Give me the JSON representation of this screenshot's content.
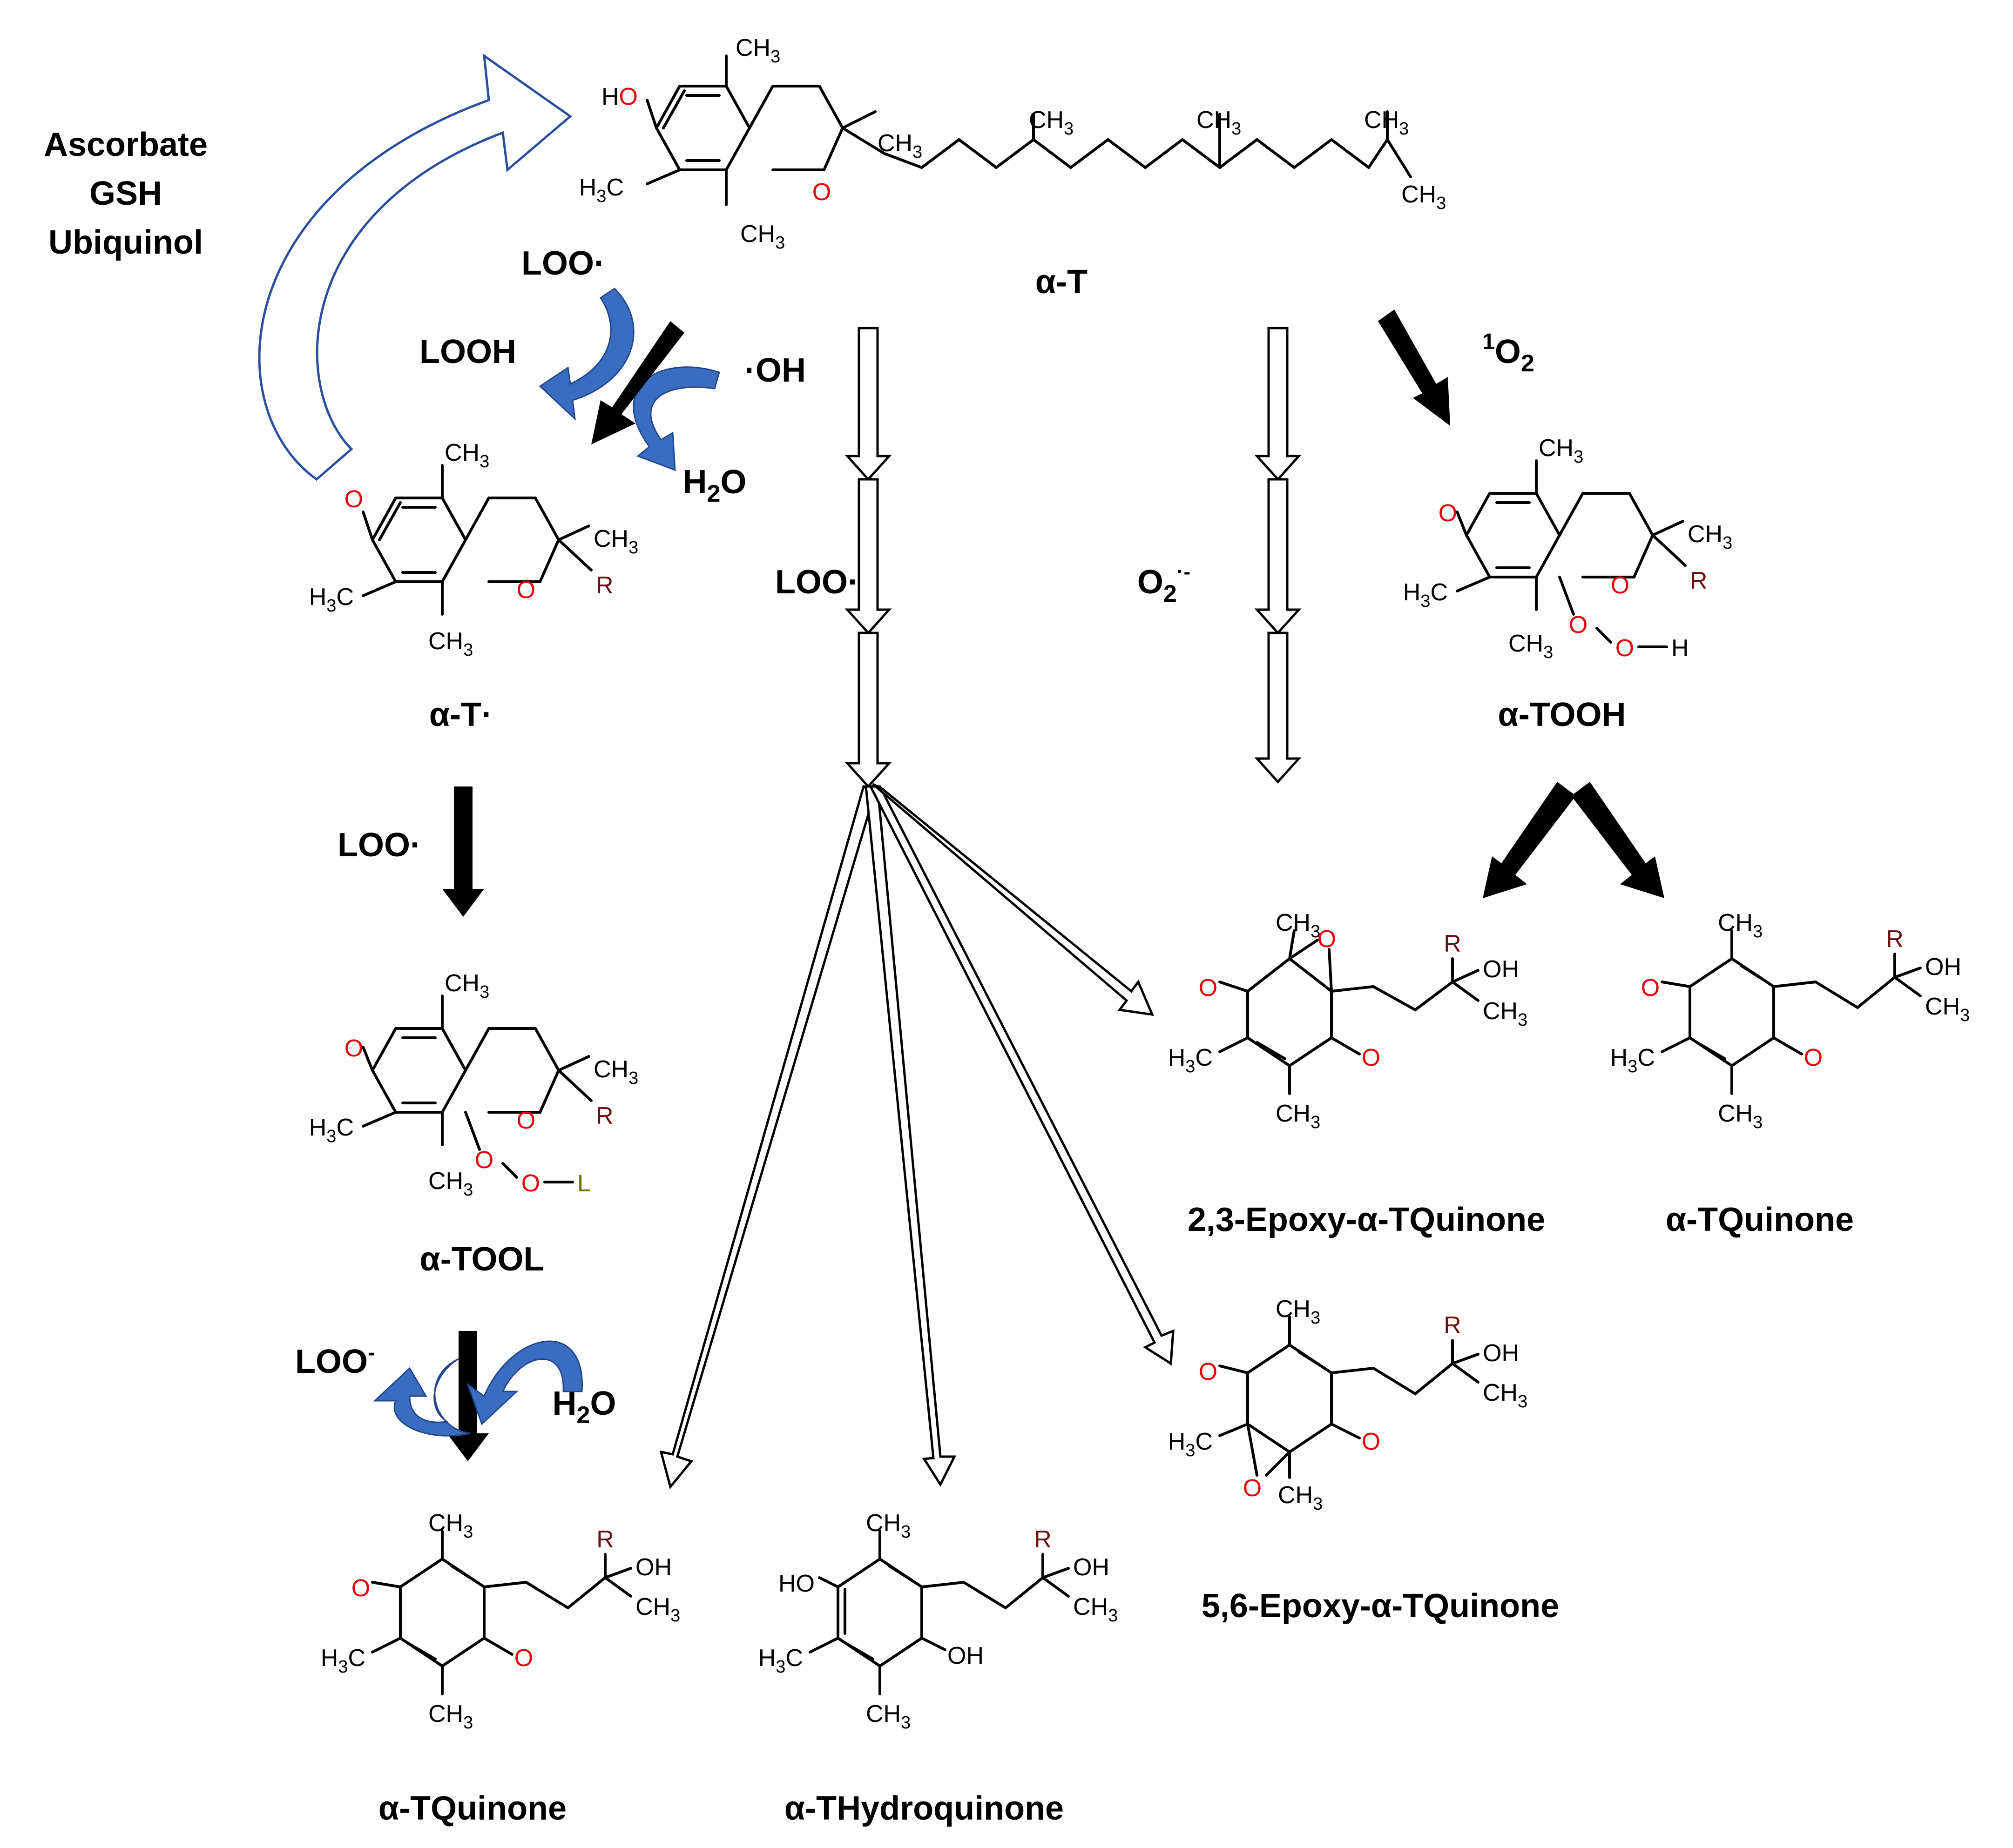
{
  "reductants": {
    "line1": "Ascorbate",
    "line2": "GSH",
    "line3": "Ubiquinol"
  },
  "compounds": {
    "at": "α-T",
    "at_radical": "α-T·",
    "atool": "α-TOOL",
    "atooh": "α-TOOH",
    "epoxy23": "2,3-Epoxy-α-TQuinone",
    "epoxy56": "5,6-Epoxy-α-TQuinone",
    "tquinone_right": "α-TQuinone",
    "tquinone_bottom": "α-TQuinone",
    "thydroquinone": "α-THydroquinone"
  },
  "reagents": {
    "loo_top": "LOO·",
    "looh": "LOOH",
    "oh_radical": "·OH",
    "h2o_top": "H",
    "h2o_top_sub": "2",
    "h2o_top_tail": "O",
    "loo_mid": "LOO·",
    "superoxide": "O",
    "superoxide_sub": "2",
    "superoxide_sup": "·-",
    "singlet_sup": "1",
    "singlet": "O",
    "singlet_sub": "2",
    "loo_left": "LOO·",
    "loo_anion": "LOO",
    "loo_anion_sup": "-",
    "h2o_bottom": "H",
    "h2o_bottom_sub": "2",
    "h2o_bottom_tail": "O"
  },
  "atoms": {
    "ch3": "CH",
    "h3c": "H",
    "three": "3",
    "c": "C",
    "o": "O",
    "ho": "HO",
    "oh": "OH",
    "r": "R",
    "h": "H",
    "l": "L"
  }
}
